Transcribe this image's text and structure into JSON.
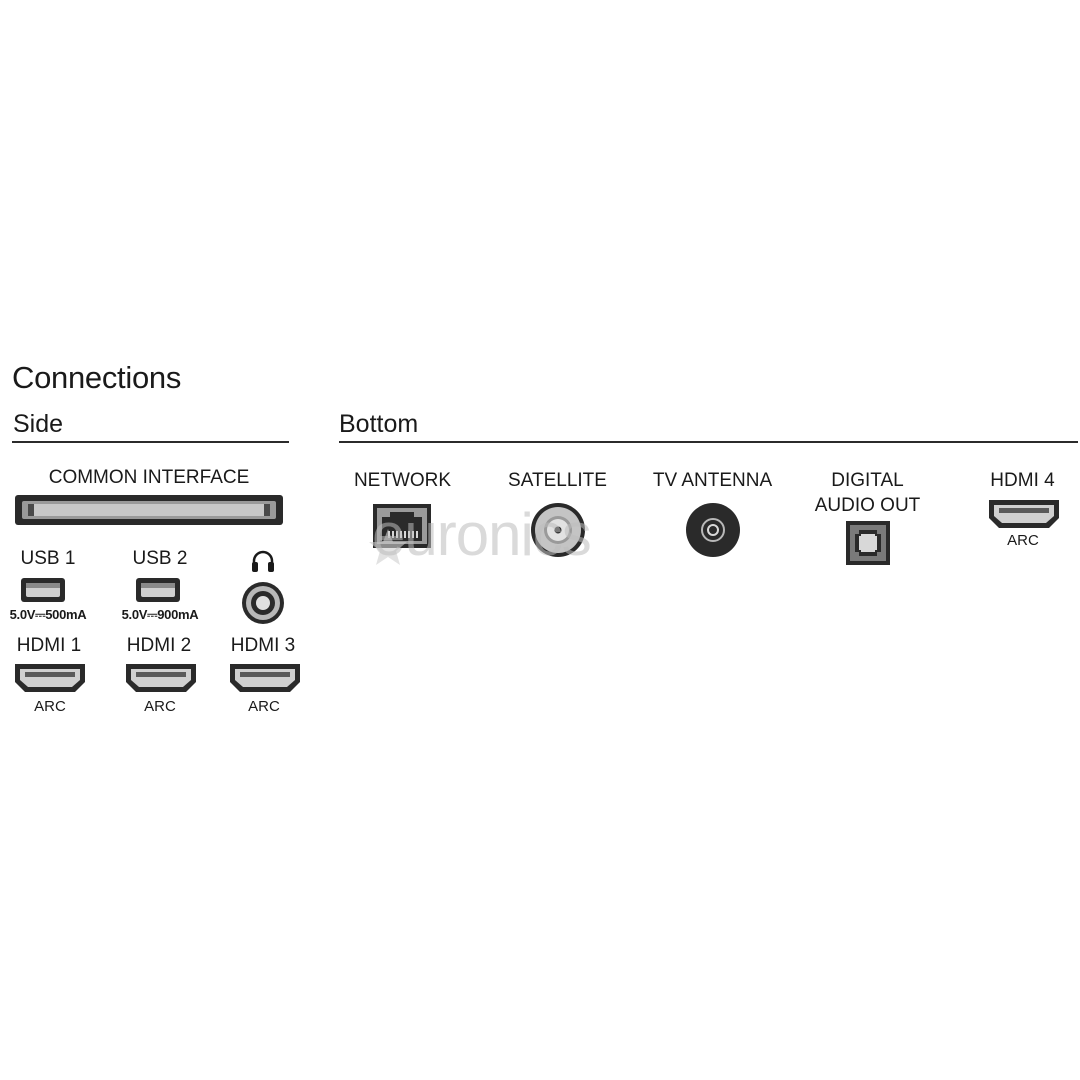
{
  "title": "Connections",
  "side": {
    "heading": "Side",
    "common_interface": "COMMON INTERFACE",
    "usb1": {
      "label": "USB 1",
      "rating": "5.0V⎓500mA"
    },
    "usb2": {
      "label": "USB 2",
      "rating": "5.0V⎓900mA"
    },
    "headphone_icon": "headphones-icon",
    "hdmi1": {
      "label": "HDMI 1",
      "sub": "ARC"
    },
    "hdmi2": {
      "label": "HDMI 2",
      "sub": "ARC"
    },
    "hdmi3": {
      "label": "HDMI 3",
      "sub": "ARC"
    }
  },
  "bottom": {
    "heading": "Bottom",
    "network": "NETWORK",
    "satellite": "SATELLITE",
    "tv_antenna": "TV ANTENNA",
    "digital_audio_out_line1": "DIGITAL",
    "digital_audio_out_line2": "AUDIO OUT",
    "hdmi4": {
      "label": "HDMI 4",
      "sub": "ARC"
    }
  },
  "watermark": "euronics",
  "colors": {
    "port_dark": "#2a2a2a",
    "port_mid": "#8a8a8a",
    "port_light": "#d9d9d9",
    "rule": "#2b2b2b"
  }
}
